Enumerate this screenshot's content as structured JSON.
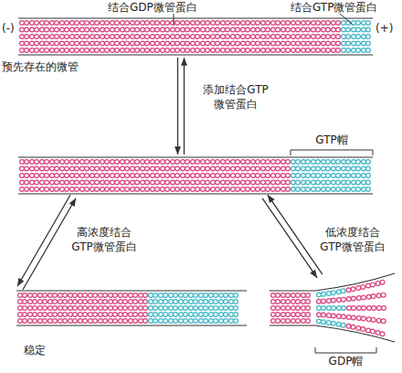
{
  "diagram": {
    "nodes": [
      {
        "text": [
          "预先存在的微管"
        ]
      },
      {
        "text": [
          "GTP帽"
        ]
      },
      {
        "text": [
          "稳定"
        ]
      },
      {
        "text": [
          "GDP帽"
        ]
      }
    ],
    "edges": [
      {
        "from": 0,
        "to": 1,
        "arrow": "both",
        "label": "添加结合GTP 微管蛋白"
      },
      {
        "from": 1,
        "to": 2,
        "arrow": "both",
        "label": "高浓度结合 GTP微管蛋白"
      },
      {
        "from": 1,
        "to": 3,
        "arrow": "both",
        "label": "低浓度结合 GTP微管蛋白"
      }
    ],
    "labels": [
      "结合GDP微管蛋白",
      "结合GTP微管蛋白",
      "(-)",
      "(+)"
    ]
  }
}
